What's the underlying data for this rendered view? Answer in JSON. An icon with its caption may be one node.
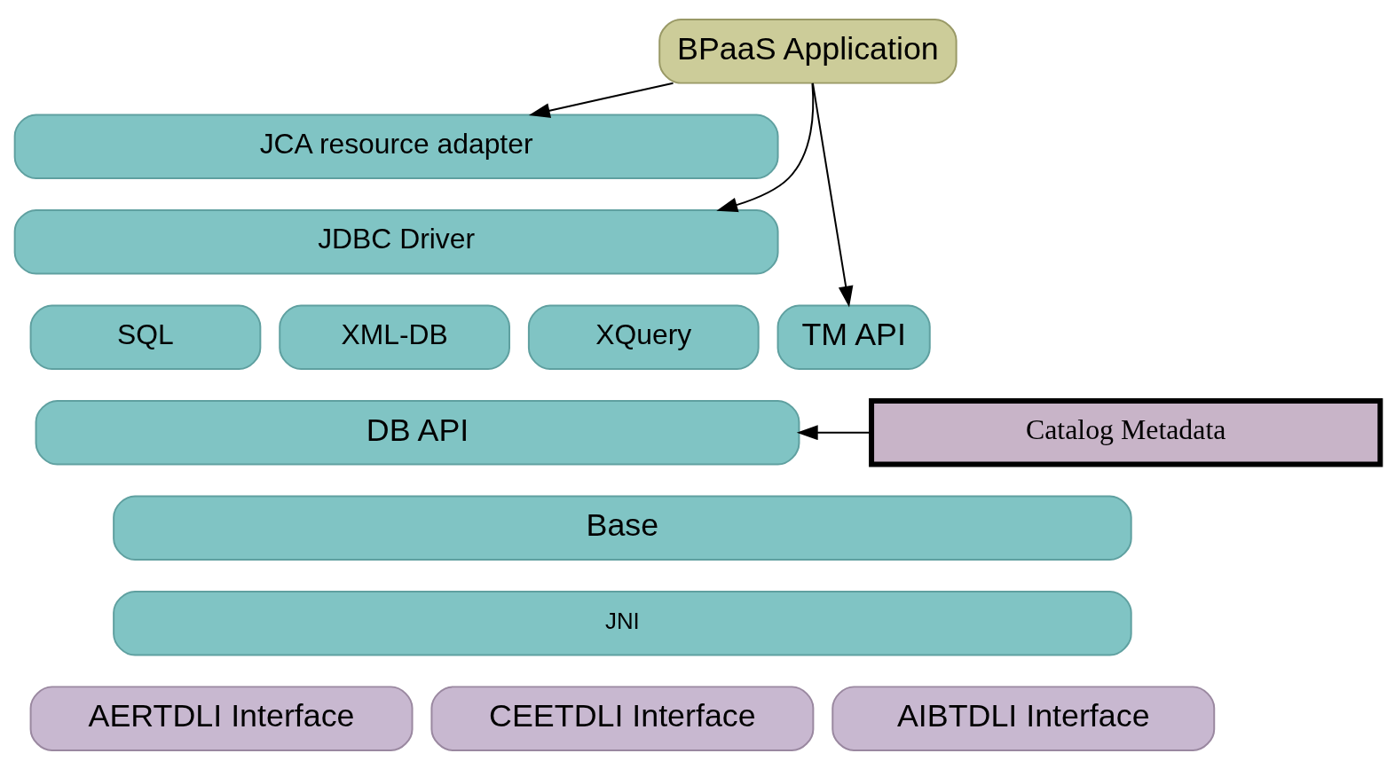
{
  "diagram": {
    "nodes": [
      {
        "text": [
          "BPaaS Application"
        ]
      },
      {
        "text": [
          "JCA resource adapter"
        ]
      },
      {
        "text": [
          "JDBC Driver"
        ]
      },
      {
        "text": [
          "TM API"
        ]
      },
      {
        "text": [
          "SQL"
        ]
      },
      {
        "text": [
          "XML-DB"
        ]
      },
      {
        "text": [
          "XQuery"
        ]
      },
      {
        "text": [
          "DB API"
        ]
      },
      {
        "text": [
          "Base"
        ]
      },
      {
        "text": [
          "JNI"
        ]
      },
      {
        "text": [
          "Catalog Metadata"
        ]
      },
      {
        "text": [
          "AERTDLI Interface"
        ]
      },
      {
        "text": [
          "CEETDLI Interface"
        ]
      },
      {
        "text": [
          "AIBTDLI Interface"
        ]
      }
    ],
    "edges": [
      {
        "from": 0,
        "to": 1,
        "arrow": "to"
      },
      {
        "from": 0,
        "to": 2,
        "arrow": "to"
      },
      {
        "from": 0,
        "to": 3,
        "arrow": "to"
      },
      {
        "from": 10,
        "to": 7,
        "arrow": "to"
      }
    ]
  }
}
